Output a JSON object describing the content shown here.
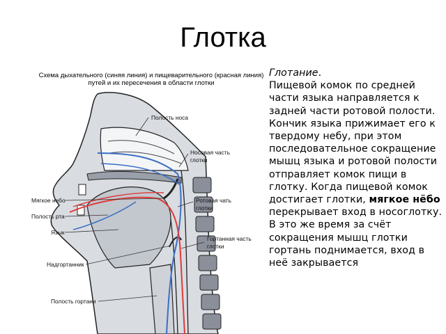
{
  "title": "Глотка",
  "figure": {
    "caption": "Схема дыхательного (синяя линия) и пищеварительного (красная линия) путей и их пересечения в области глотки",
    "labels": {
      "nasal_cavity": "Полость носа",
      "nasopharynx_1": "Носовая часть",
      "nasopharynx_2": "глотки",
      "soft_palate": "Мягкое небо",
      "oral_cavity": "Полость рта",
      "oropharynx_1": "Ротовая чать",
      "oropharynx_2": "глотки",
      "tongue": "Язык",
      "laryngopharynx_1": "Гортанная часть",
      "laryngopharynx_2": "глотки",
      "epiglottis": "Надгортанник",
      "larynx_cavity": "Полость гортани"
    },
    "colors": {
      "airway": "#3b6fc4",
      "food_path": "#e03a3a",
      "tissue": "#b8bcc4",
      "outline": "#222222"
    }
  },
  "text": {
    "heading": "Глотание",
    "heading_punct": ".",
    "body_part1": "Пищевой комок по средней части языка направляется к задней части ротовой полости. Кончик языка прижимает его к твердому небу, при этом последовательное сокращение мышц языка и ротовой полости отправляет комок пищи в глотку. Когда пищевой комок достигает глотки, ",
    "highlight": "мягкое нёбо",
    "body_part2": " перекрывает вход в носоглотку. В это же время за счёт сокращения мышц глотки гортань поднимается, вход в неё закрывается"
  }
}
